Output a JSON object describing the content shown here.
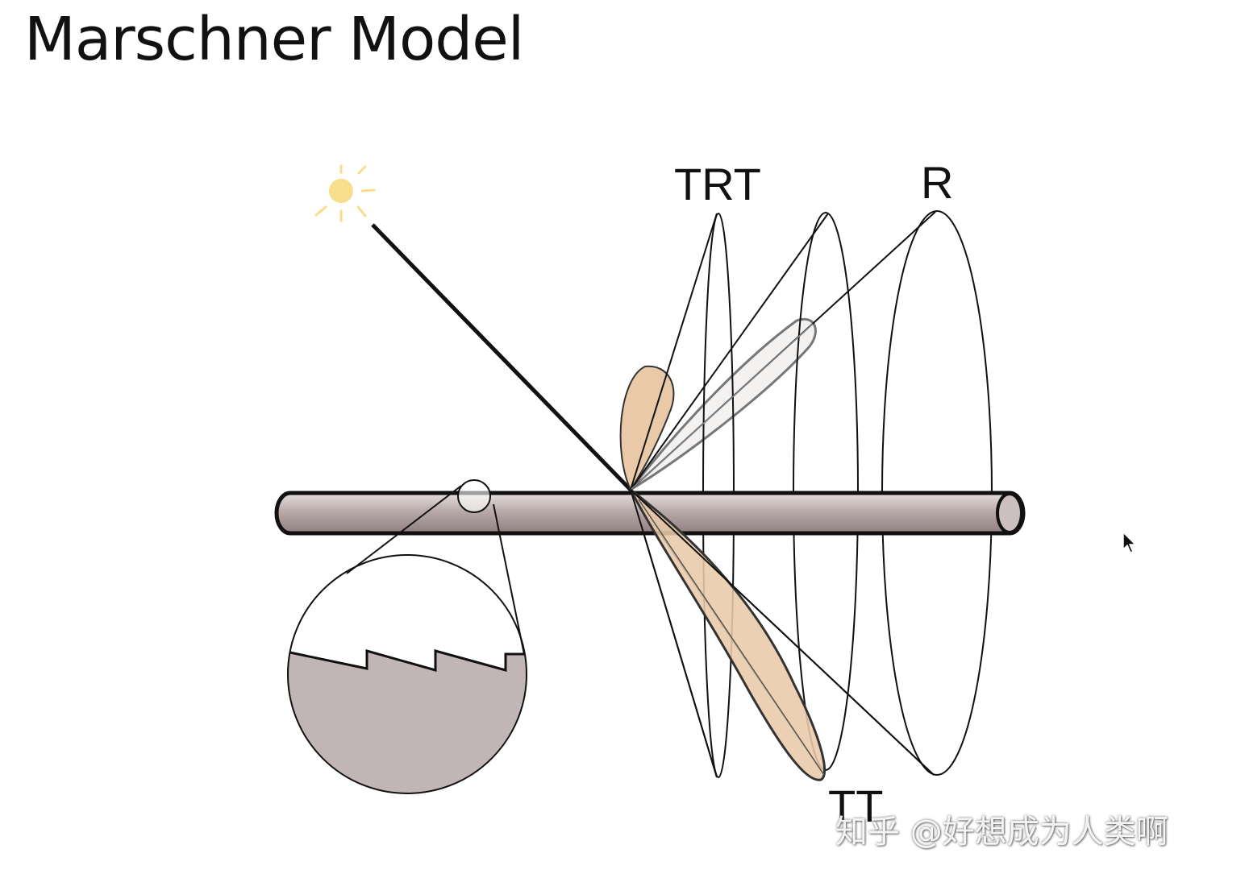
{
  "title": "Marschner Model",
  "labels": {
    "trt": "TRT",
    "r": "R",
    "tt": "TT"
  },
  "watermark": "知乎 @好想成为人类啊",
  "colors": {
    "hair_fill": "#c2b5b5",
    "lobe_fill": "#e9c9a8",
    "outline": "#111111",
    "sun": "#f7dd8c"
  },
  "icons": [
    "sun-icon",
    "cursor-icon"
  ]
}
